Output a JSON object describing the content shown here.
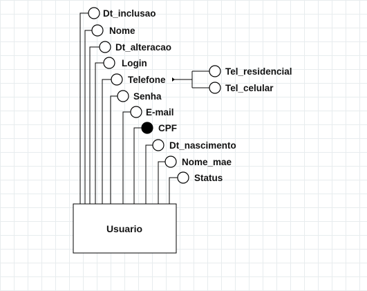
{
  "diagram": {
    "entity": {
      "name": "Usuario"
    },
    "attributes": [
      {
        "name": "Dt_inclusao",
        "key": false
      },
      {
        "name": "Nome",
        "key": false
      },
      {
        "name": "Dt_alteracao",
        "key": false
      },
      {
        "name": "Login",
        "key": false
      },
      {
        "name": "Telefone",
        "key": false,
        "composite": true,
        "children": [
          {
            "name": "Tel_residencial"
          },
          {
            "name": "Tel_celular"
          }
        ]
      },
      {
        "name": "Senha",
        "key": false
      },
      {
        "name": "E-mail",
        "key": false
      },
      {
        "name": "CPF",
        "key": true
      },
      {
        "name": "Dt_nascimento",
        "key": false
      },
      {
        "name": "Nome_mae",
        "key": false
      },
      {
        "name": "Status",
        "key": false
      }
    ]
  }
}
